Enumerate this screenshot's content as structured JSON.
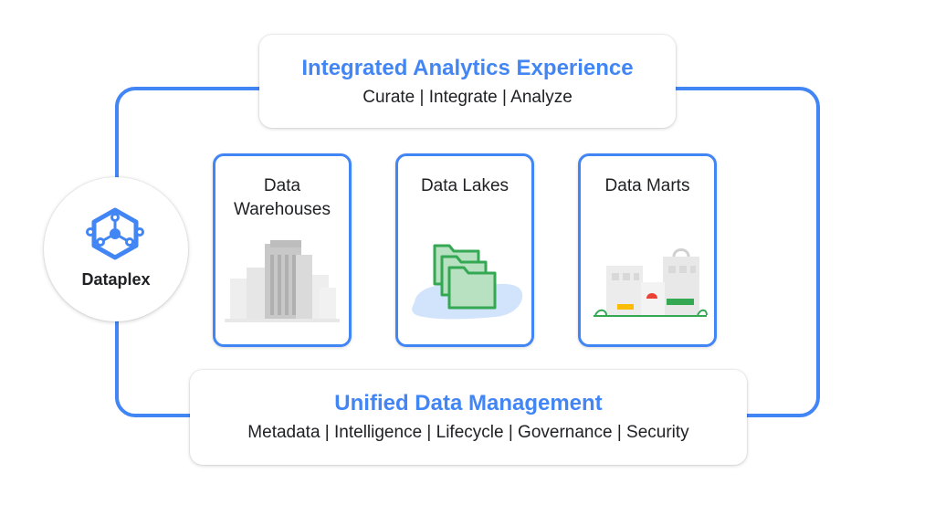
{
  "top_banner": {
    "title": "Integrated Analytics Experience",
    "subtitle": "Curate | Integrate | Analyze"
  },
  "hub": {
    "name": "Dataplex",
    "icon": "dataplex-hexagon-icon"
  },
  "cards": [
    {
      "title_line1": "Data",
      "title_line2": "Warehouses",
      "icon": "buildings-icon"
    },
    {
      "title_line1": "Data Lakes",
      "title_line2": "",
      "icon": "folders-icon"
    },
    {
      "title_line1": "Data Marts",
      "title_line2": "",
      "icon": "storefronts-icon"
    }
  ],
  "bottom_banner": {
    "title": "Unified Data Management",
    "subtitle": "Metadata | Intelligence | Lifecycle | Governance | Security"
  },
  "colors": {
    "accent": "#4285f4",
    "text": "#202124",
    "folder_green": "#34a853",
    "lake_blue": "#d2e3fc"
  }
}
